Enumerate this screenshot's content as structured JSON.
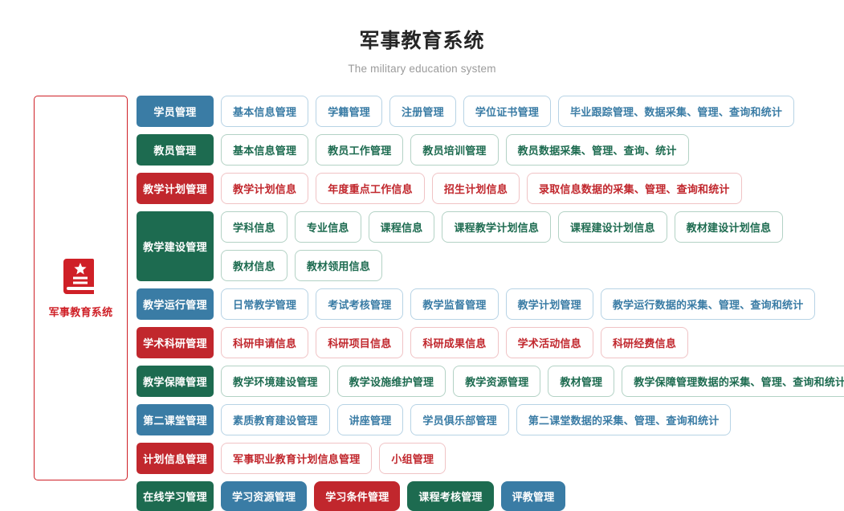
{
  "header": {
    "title": "军事教育系统",
    "subtitle": "The military education system"
  },
  "left_card": {
    "icon": "book-star-icon",
    "label": "军事教育系统",
    "border_color": "#cf2027",
    "icon_color": "#cf2027"
  },
  "colors": {
    "blue": "#3a7ca5",
    "green": "#1d6b50",
    "red": "#c1272d",
    "title": "#262626",
    "subtitle": "#9b9b9b"
  },
  "rows": [
    {
      "label": "学员管理",
      "color": "blue",
      "style": "outline",
      "lines": [
        [
          "基本信息管理",
          "学籍管理",
          "注册管理",
          "学位证书管理",
          "毕业跟踪管理、数据采集、管理、查询和统计"
        ]
      ]
    },
    {
      "label": "教员管理",
      "color": "green",
      "style": "outline",
      "lines": [
        [
          "基本信息管理",
          "教员工作管理",
          "教员培训管理",
          "教员数据采集、管理、查询、统计"
        ]
      ]
    },
    {
      "label": "教学计划管理",
      "color": "red",
      "style": "outline",
      "lines": [
        [
          "教学计划信息",
          "年度重点工作信息",
          "招生计划信息",
          "录取信息数据的采集、管理、查询和统计"
        ]
      ]
    },
    {
      "label": "教学建设管理",
      "color": "green",
      "style": "outline",
      "lines": [
        [
          "学科信息",
          "专业信息",
          "课程信息",
          "课程教学计划信息",
          "课程建设计划信息",
          "教材建设计划信息"
        ],
        [
          "教材信息",
          "教材领用信息"
        ]
      ]
    },
    {
      "label": "教学运行管理",
      "color": "blue",
      "style": "outline",
      "lines": [
        [
          "日常教学管理",
          "考试考核管理",
          "教学监督管理",
          "教学计划管理",
          "教学运行数据的采集、管理、查询和统计"
        ]
      ]
    },
    {
      "label": "学术科研管理",
      "color": "red",
      "style": "outline",
      "lines": [
        [
          "科研申请信息",
          "科研项目信息",
          "科研成果信息",
          "学术活动信息",
          "科研经费信息"
        ]
      ]
    },
    {
      "label": "教学保障管理",
      "color": "green",
      "style": "outline",
      "lines": [
        [
          "教学环境建设管理",
          "教学设施维护管理",
          "教学资源管理",
          "教材管理",
          "教学保障管理数据的采集、管理、查询和统计"
        ]
      ]
    },
    {
      "label": "第二课堂管理",
      "color": "blue",
      "style": "outline",
      "lines": [
        [
          "素质教育建设管理",
          "讲座管理",
          "学员俱乐部管理",
          "第二课堂数据的采集、管理、查询和统计"
        ]
      ]
    },
    {
      "label": "计划信息管理",
      "color": "red",
      "style": "outline",
      "lines": [
        [
          "军事职业教育计划信息管理",
          "小组管理"
        ]
      ]
    },
    {
      "label": "在线学习管理",
      "color": "green",
      "style": "solid",
      "lines": [
        [
          {
            "text": "学习资源管理",
            "color": "blue"
          },
          {
            "text": "学习条件管理",
            "color": "red"
          },
          {
            "text": "课程考核管理",
            "color": "green"
          },
          {
            "text": "评教管理",
            "color": "blue"
          }
        ]
      ]
    }
  ]
}
